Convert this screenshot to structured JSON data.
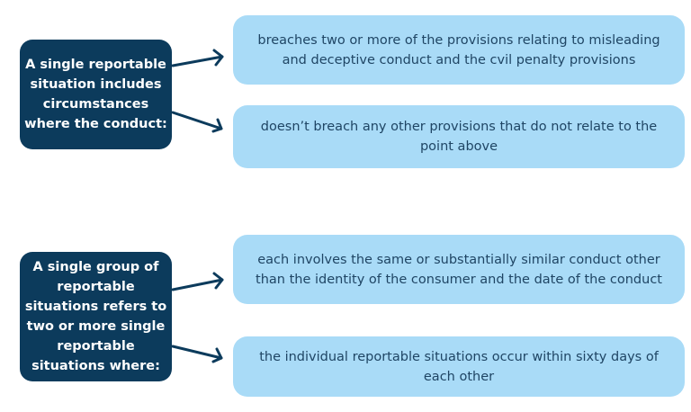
{
  "groups": [
    {
      "left_text": "A single reportable situation includes circumstances where the conduct:",
      "right_items": [
        "breaches two or more of the provisions relating to misleading and deceptive conduct and the cvil penalty provisions",
        "doesn’t breach any other provisions that do not relate to the point above"
      ]
    },
    {
      "left_text": "A single group of reportable situations refers to two or more single reportable situations where:",
      "right_items": [
        "each involves the same or substantially similar conduct other than the identity of the consumer and the date of the conduct",
        "the individual reportable situations occur within sixty days of each other"
      ]
    }
  ],
  "colors": {
    "left_box": "#0c3b5c",
    "right_box": "#a9dbf7",
    "right_text": "#1f4564",
    "arrow": "#0c3b5c"
  }
}
